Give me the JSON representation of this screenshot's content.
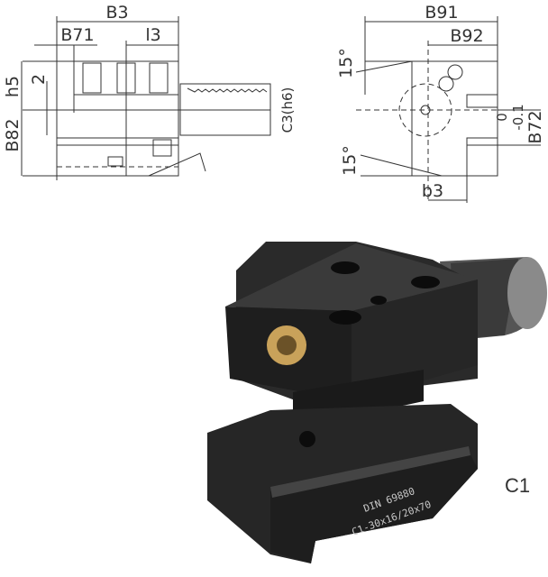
{
  "front_view": {
    "labels": {
      "b3": "B3",
      "b71": "B71",
      "l3": "l3",
      "h5": "h5",
      "two": "2",
      "b82": "B82",
      "c3": "C3(h6)"
    }
  },
  "side_view": {
    "labels": {
      "b91": "B91",
      "b92": "B92",
      "angle_top": "15°",
      "angle_bottom": "15°",
      "b3_small": "b3",
      "b72": "B72",
      "tol_upper": "0",
      "tol_lower": "-0.1"
    }
  },
  "photo": {
    "engraving_line1": "DIN 69880",
    "engraving_line2": "C1-30x16/20x70",
    "type_label": "C1"
  },
  "colors": {
    "line": "#333333",
    "body": "#1e1e1e",
    "brass": "#c9a25a"
  }
}
